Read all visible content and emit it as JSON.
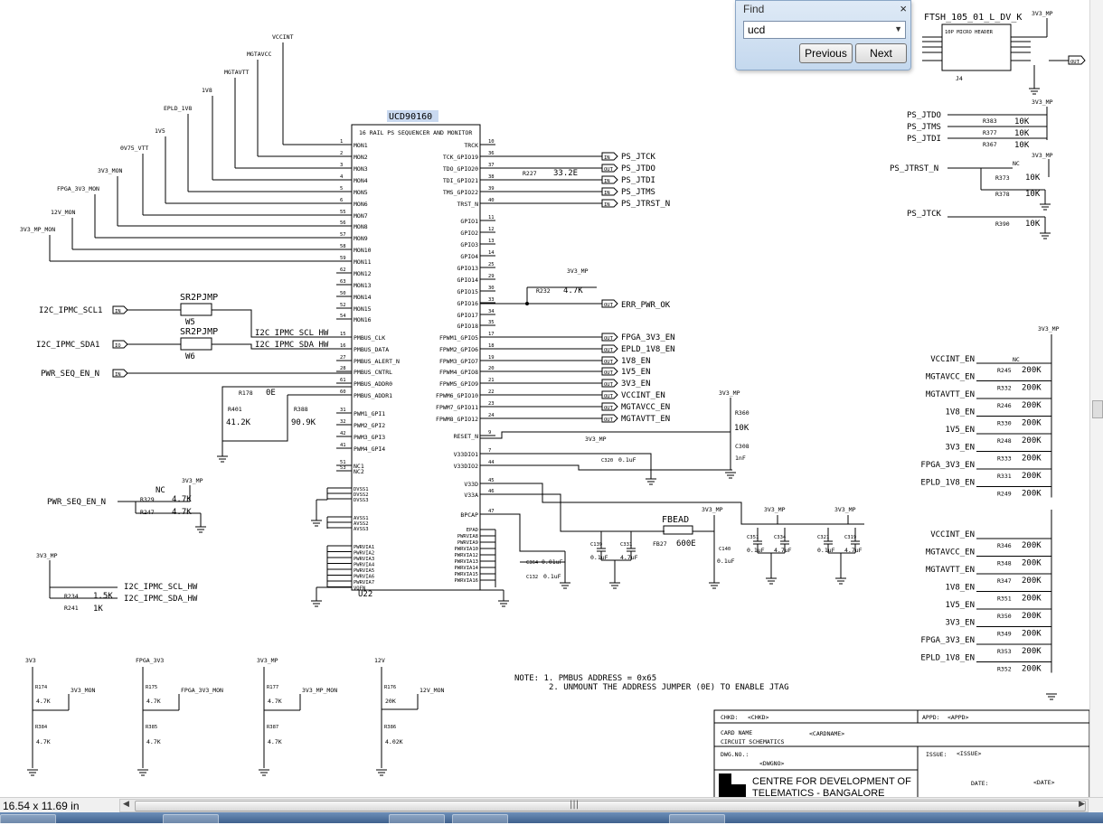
{
  "find": {
    "title": "Find",
    "close": "×",
    "query": "ucd",
    "prev_label": "Previous",
    "next_label": "Next"
  },
  "status": {
    "doc_size": "16.54 x 11.69 in"
  },
  "ic": {
    "name": "UCD90160",
    "desc": "16 RAIL PS SEQUENCER AND MONITOR",
    "ref": "U22"
  },
  "left_nets": [
    "VCCINT",
    "MGTAVCC",
    "MGTAVTT",
    "1V8",
    "EPLD_1V8",
    "1V5",
    "0V75_VTT",
    "3V3_MON",
    "FPGA_3V3_MON",
    "12V_MON",
    "3V3_MP_MON"
  ],
  "left_pins": [
    {
      "n": "1",
      "name": "MON1"
    },
    {
      "n": "2",
      "name": "MON2"
    },
    {
      "n": "3",
      "name": "MON3"
    },
    {
      "n": "4",
      "name": "MON4"
    },
    {
      "n": "5",
      "name": "MON5"
    },
    {
      "n": "6",
      "name": "MON6"
    },
    {
      "n": "55",
      "name": "MON7"
    },
    {
      "n": "56",
      "name": "MON8"
    },
    {
      "n": "57",
      "name": "MON9"
    },
    {
      "n": "58",
      "name": "MON10"
    },
    {
      "n": "59",
      "name": "MON11"
    },
    {
      "n": "62",
      "name": "MON12"
    },
    {
      "n": "63",
      "name": "MON13"
    },
    {
      "n": "50",
      "name": "MON14"
    },
    {
      "n": "52",
      "name": "MON15"
    },
    {
      "n": "54",
      "name": "MON16"
    },
    {
      "n": "15",
      "name": "PMBUS_CLK"
    },
    {
      "n": "16",
      "name": "PMBUS_DATA"
    },
    {
      "n": "27",
      "name": "PMBUS_ALERT_N"
    },
    {
      "n": "28",
      "name": "PMBUS_CNTRL"
    },
    {
      "n": "61",
      "name": "PMBUS_ADDR0"
    },
    {
      "n": "60",
      "name": "PMBUS_ADDR1"
    },
    {
      "n": "31",
      "name": "PWM1_GPI1"
    },
    {
      "n": "32",
      "name": "PWM2_GPI2"
    },
    {
      "n": "42",
      "name": "PWM3_GPI3"
    },
    {
      "n": "41",
      "name": "PWM4_GPI4"
    },
    {
      "n": "51",
      "name": "NC1"
    },
    {
      "n": "53",
      "name": "NC2"
    }
  ],
  "right_pins": [
    {
      "n": "10",
      "name": "TRCK"
    },
    {
      "n": "36",
      "name": "TCK_GPIO19"
    },
    {
      "n": "37",
      "name": "TDO_GPIO20"
    },
    {
      "n": "38",
      "name": "TDI_GPIO21"
    },
    {
      "n": "39",
      "name": "TMS_GPIO22"
    },
    {
      "n": "40",
      "name": "TRST_N"
    },
    {
      "n": "11",
      "name": "GPIO1"
    },
    {
      "n": "12",
      "name": "GPIO2"
    },
    {
      "n": "13",
      "name": "GPIO3"
    },
    {
      "n": "14",
      "name": "GPIO4"
    },
    {
      "n": "25",
      "name": "GPIO13"
    },
    {
      "n": "29",
      "name": "GPIO14"
    },
    {
      "n": "30",
      "name": "GPIO15"
    },
    {
      "n": "33",
      "name": "GPIO16"
    },
    {
      "n": "34",
      "name": "GPIO17"
    },
    {
      "n": "35",
      "name": "GPIO18"
    },
    {
      "n": "17",
      "name": "FPWM1_GPIO5"
    },
    {
      "n": "18",
      "name": "FPWM2_GPIO6"
    },
    {
      "n": "19",
      "name": "FPWM3_GPIO7"
    },
    {
      "n": "20",
      "name": "FPWM4_GPIO8"
    },
    {
      "n": "21",
      "name": "FPWM5_GPIO9"
    },
    {
      "n": "22",
      "name": "FPWM6_GPIO10"
    },
    {
      "n": "23",
      "name": "FPWM7_GPIO11"
    },
    {
      "n": "24",
      "name": "FPWM8_GPIO12"
    },
    {
      "n": "9",
      "name": "RESET_N"
    },
    {
      "n": "7",
      "name": "V33DIO1"
    },
    {
      "n": "44",
      "name": "V33DIO2"
    },
    {
      "n": "45",
      "name": "V33D"
    },
    {
      "n": "46",
      "name": "V33A"
    },
    {
      "n": "47",
      "name": "BPCAP"
    }
  ],
  "jtag_nets": [
    "PS_JTCK",
    "PS_JTDO",
    "PS_JTDI",
    "PS_JTMS",
    "PS_JTRST_N"
  ],
  "en_nets": [
    "FPGA_3V3_EN",
    "EPLD_1V8_EN",
    "1V8_EN",
    "1V5_EN",
    "3V3_EN",
    "VCCINT_EN",
    "MGTAVCC_EN",
    "MGTAVTT_EN"
  ],
  "labels": {
    "err": "ERR_PWR_OK",
    "r227": "R227",
    "r227v": "33.2E",
    "r232": "R232",
    "r232v": "4.7K",
    "v33mp": "3V3_MP",
    "scl": "I2C_IPMC_SCL1",
    "sda": "I2C_IPMC_SDA1",
    "scl_hw": "I2C_IPMC_SCL_HW",
    "sda_hw": "I2C_IPMC_SDA_HW",
    "sr": "SR2PJMP",
    "w5": "W5",
    "w6": "W6",
    "pwr_seq": "PWR_SEQ_EN_N",
    "r178": "R178",
    "r178v": "0E",
    "r401": "R401",
    "r401v": "41.2K",
    "r388": "R388",
    "r388v": "90.9K",
    "nc": "NC",
    "r329": "R329",
    "r329v": "4.7K",
    "r247": "R247",
    "r247v": "4.7K",
    "r234": "R234",
    "r234v": "1.5K",
    "r241": "R241",
    "r241v": "1K",
    "r360": "R360",
    "r360v": "10K",
    "c308": "C308",
    "c308v": "1nF",
    "c320": "C320",
    "c320v": "0.1uF",
    "fbead": "FBEAD",
    "fb27": "FB27",
    "fb27v": "600E",
    "c139": "C139",
    "c331": "C331",
    "c140": "C140",
    "c351": "C351",
    "c334": "C334",
    "c321": "C321",
    "c319": "C319",
    "v01uf": "0.1uF",
    "v47uf": "4.7uF",
    "c364": "C364",
    "c364v": "0.01uF",
    "c132": "C132",
    "c132v": "0.1uF",
    "pwrvia": [
      "EPAD",
      "PWRVIA8",
      "PWRVIA9",
      "PWRVIA10",
      "PWRVIA12",
      "PWRVIA13",
      "PWRVIA14",
      "PWRVIA15",
      "PWRVIA16"
    ],
    "pwrvia_l": [
      "PWRVIA1",
      "PWRVIA2",
      "PWRVIA3",
      "PWRVIA4",
      "PWRVIA5",
      "PWRVIA6",
      "PWRVIA7",
      "VQFN"
    ],
    "dvss": [
      "DVSS1",
      "DVSS2",
      "DVSS3"
    ],
    "avss": [
      "AVSS1",
      "AVSS2",
      "AVSS3"
    ],
    "note1": "NOTE: 1. PMBUS ADDRESS = 0x65",
    "note2": "2. UNMOUNT THE ADDRESS JUMPER (0E) TO ENABLE JTAG",
    "hdr_name": "FTSH_105_01_L_DV_K",
    "hdr_desc": "10P MICRO HEADER",
    "hdr_ref": "J4",
    "ps_jtdi_cut": "PS_JTDI",
    "jtdo": "PS_JTDO",
    "jtms": "PS_JTMS",
    "jtdi": "PS_JTDI",
    "jtrst": "PS_JTRST_N",
    "jtck": "PS_JTCK",
    "r383": "R383",
    "r377": "R377",
    "r367": "R367",
    "r373": "R373",
    "r378": "R378",
    "r390": "R390",
    "v10k": "10K",
    "v200k": "200K",
    "v3v3mp": "3V3_MP"
  },
  "en_block1": [
    {
      "net": "VCCINT_EN",
      "r": "R245",
      "nc": "NC"
    },
    {
      "net": "MGTAVCC_EN",
      "r": "R332"
    },
    {
      "net": "MGTAVTT_EN",
      "r": "R246"
    },
    {
      "net": "1V8_EN",
      "r": "R330"
    },
    {
      "net": "1V5_EN",
      "r": "R248"
    },
    {
      "net": "3V3_EN",
      "r": "R333"
    },
    {
      "net": "FPGA_3V3_EN",
      "r": "R331"
    },
    {
      "net": "EPLD_1V8_EN",
      "r": "R249"
    }
  ],
  "en_block2": [
    {
      "net": "VCCINT_EN",
      "r": "R346"
    },
    {
      "net": "MGTAVCC_EN",
      "r": "R348"
    },
    {
      "net": "MGTAVTT_EN",
      "r": "R347"
    },
    {
      "net": "1V8_EN",
      "r": "R351"
    },
    {
      "net": "1V5_EN",
      "r": "R350"
    },
    {
      "net": "3V3_EN",
      "r": "R349"
    },
    {
      "net": "FPGA_3V3_EN",
      "r": "R353"
    },
    {
      "net": "EPLD_1V8_EN",
      "r": "R352"
    }
  ],
  "dividers": [
    {
      "top": "3V3",
      "r1": "R174",
      "r1v": "4.7K",
      "r2": "R384",
      "r2v": "4.7K",
      "out": "3V3_MON"
    },
    {
      "top": "FPGA_3V3",
      "r1": "R175",
      "r1v": "4.7K",
      "r2": "R385",
      "r2v": "4.7K",
      "out": "FPGA_3V3_MON"
    },
    {
      "top": "3V3_MP",
      "r1": "R177",
      "r1v": "4.7K",
      "r2": "R387",
      "r2v": "4.7K",
      "out": "3V3_MP_MON"
    },
    {
      "top": "12V",
      "r1": "R176",
      "r1v": "20K",
      "r2": "R386",
      "r2v": "4.02K",
      "out": "12V_MON"
    }
  ],
  "title_block": {
    "chkd": "CHKD:",
    "chkd_v": "<CHKD>",
    "appd": "APPD:",
    "appd_v": "<APPD>",
    "card_name": "CARD NAME",
    "card_name_v": "<CARDNAME>",
    "card_sub": "CIRCUIT SCHEMATICS",
    "dwg": "DWG.NO.:",
    "dwg_v": "<DWGNO>",
    "issue": "ISSUE:",
    "issue_v": "<ISSUE>",
    "org1": "CENTRE FOR DEVELOPMENT OF",
    "org2": "TELEMATICS - BANGALORE",
    "date": "DATE:",
    "date_v": "<DATE>"
  },
  "port_tags": {
    "in": "IN",
    "out": "OUT",
    "io": "IO"
  }
}
